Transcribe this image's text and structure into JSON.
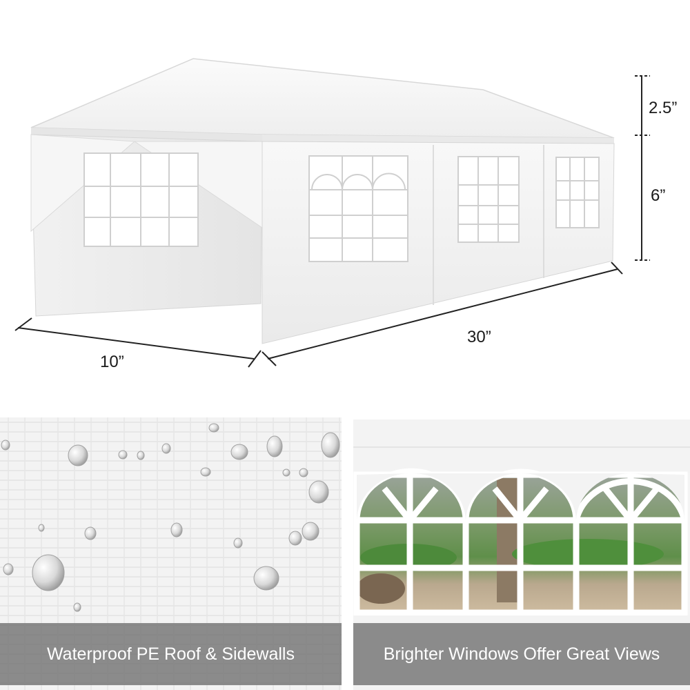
{
  "dimensions": {
    "roof_height": "2.5”",
    "wall_height": "6”",
    "length": "30”",
    "width": "10”"
  },
  "features": [
    {
      "caption": "Waterproof PE Roof & Sidewalls"
    },
    {
      "caption": "Brighter Windows Offer Great Views"
    }
  ]
}
